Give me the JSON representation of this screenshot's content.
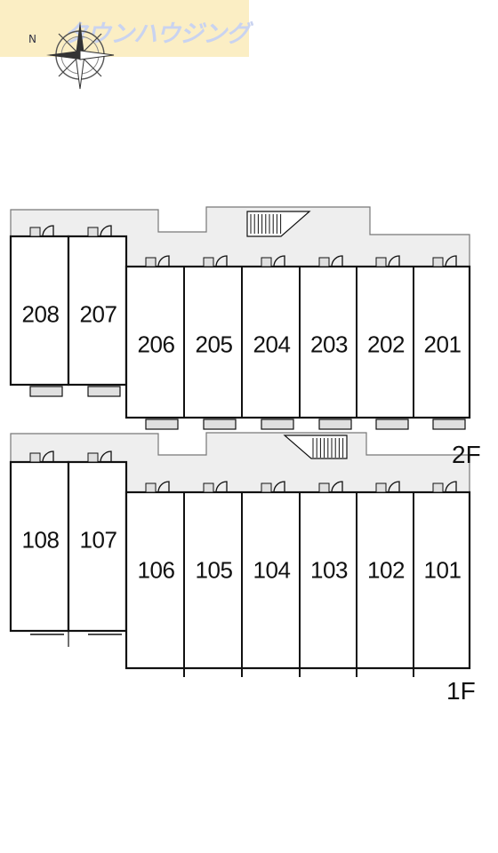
{
  "logo": {
    "text": "タウンハウジング",
    "icon": "compass-rose-icon"
  },
  "colors": {
    "corridor": "#eeeeee",
    "wall": "#111111",
    "banner": "#fbeec4",
    "logo_text": "#c9d3f0",
    "door": "#e0e0e0"
  },
  "floors": [
    {
      "label": "2F",
      "tall_rooms": [
        "208",
        "207"
      ],
      "main_rooms": [
        "206",
        "205",
        "204",
        "203",
        "202",
        "201"
      ],
      "stairs": "stairs-icon"
    },
    {
      "label": "1F",
      "tall_rooms": [
        "108",
        "107"
      ],
      "main_rooms": [
        "106",
        "105",
        "104",
        "103",
        "102",
        "101"
      ],
      "stairs": "stairs-icon"
    }
  ]
}
